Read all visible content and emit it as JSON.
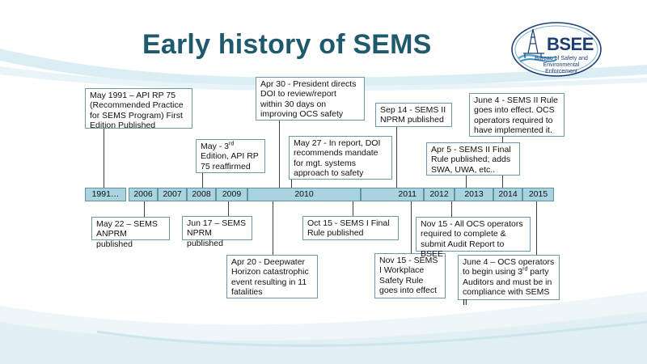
{
  "title": "Early history of SEMS",
  "logo": {
    "name": "BSEE",
    "subtitle": "Bureau of Safety and\nEnvironmental\nEnforcement"
  },
  "timeline": {
    "years": [
      "1991…",
      "2006",
      "2007",
      "2008",
      "2009",
      "2010",
      "2011",
      "2012",
      "2013",
      "2014",
      "2015"
    ]
  },
  "events": [
    {
      "id": "api-rp75",
      "text": "May 1991 – API RP 75 (Recommended Practice for SEMS Program) First Edition Published"
    },
    {
      "id": "api-3rd-edition",
      "text_prefix": "May - 3",
      "text_sup": "rd",
      "text_suffix": " Edition, API RP 75 reaffirmed"
    },
    {
      "id": "president-directs",
      "text": "Apr 30 - President directs DOI to review/report within 30 days on improving OCS safety"
    },
    {
      "id": "doi-report",
      "text": "May 27 - In report, DOI recommends mandate for mgt. systems approach to safety"
    },
    {
      "id": "sems2-nprm",
      "text": "Sep 14 - SEMS II NPRM published"
    },
    {
      "id": "sems2-final",
      "text": "Apr 5 - SEMS II Final Rule published;  adds SWA, UWA, etc.."
    },
    {
      "id": "sems2-effect",
      "text": "June 4 - SEMS II Rule goes into effect. OCS operators required to have implemented it."
    },
    {
      "id": "sems-anprm",
      "text": "May 22 – SEMS ANPRM published"
    },
    {
      "id": "sems-nprm",
      "text": "Jun 17 – SEMS NPRM published"
    },
    {
      "id": "deepwater-horizon",
      "text": "Apr 20 - Deepwater Horizon catastrophic event resulting in 11 fatalities"
    },
    {
      "id": "sems1-final",
      "text": "Oct 15 - SEMS I Final Rule published"
    },
    {
      "id": "sems1-effect",
      "text": "Nov 15 - SEMS I Workplace Safety Rule goes into effect"
    },
    {
      "id": "audit-report",
      "text": "Nov 15 - All OCS operators required to complete & submit Audit Report to BSEE"
    },
    {
      "id": "third-party",
      "text_prefix": "June 4 – OCS operators to begin using 3",
      "text_sup": "rd",
      "text_suffix": " party Auditors and must be in compliance with SEMS II"
    }
  ]
}
